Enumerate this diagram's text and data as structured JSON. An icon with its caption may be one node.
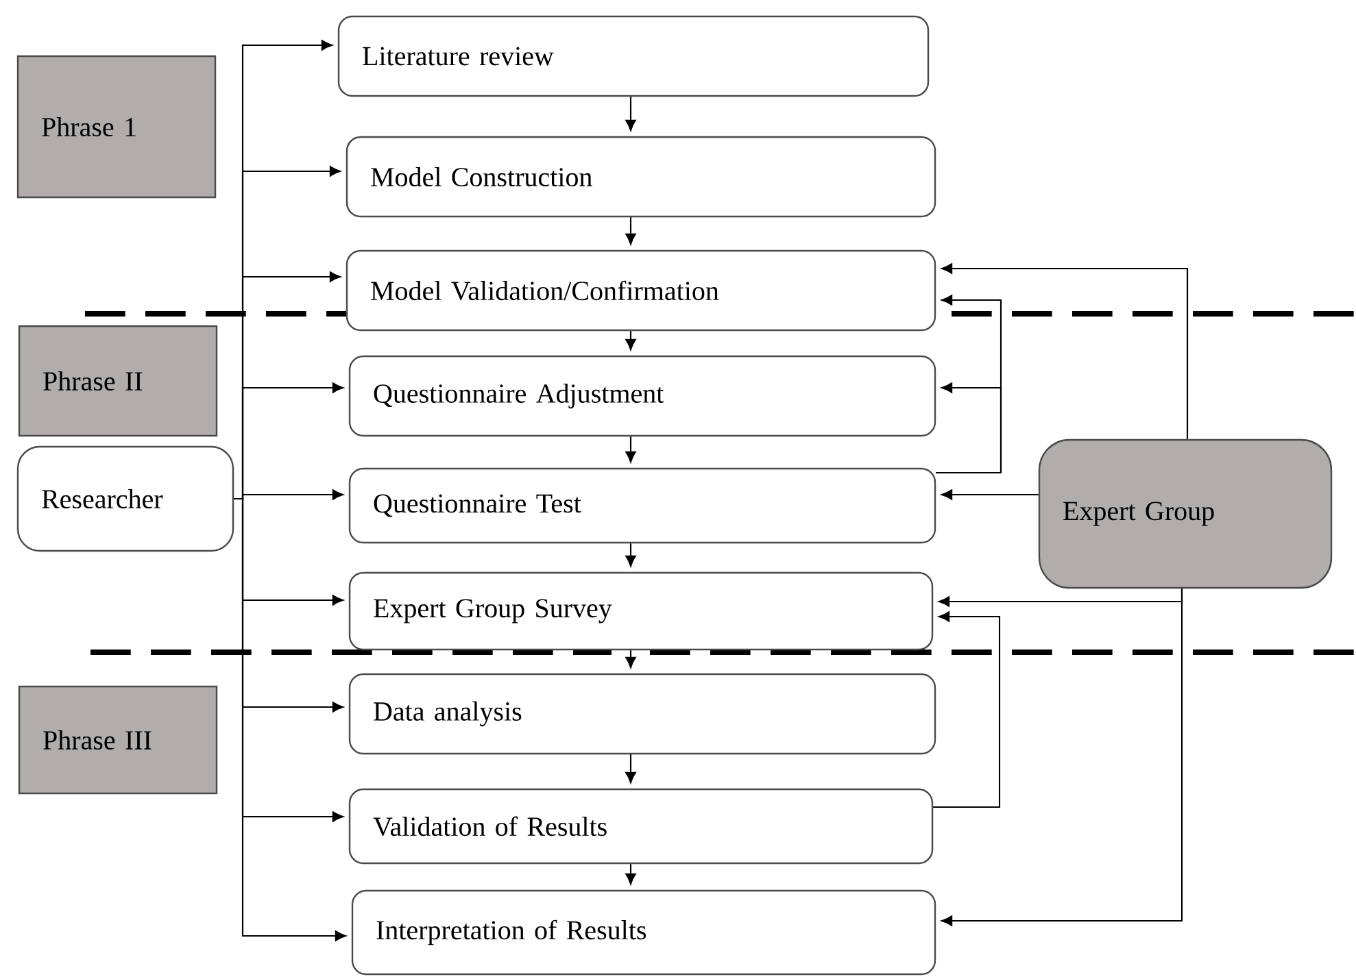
{
  "diagram": {
    "nodes": [
      {
        "text": [
          "Phrase 1"
        ]
      },
      {
        "text": [
          "Literature review"
        ]
      },
      {
        "text": [
          "Model Construction"
        ]
      },
      {
        "text": [
          "Model Validation/Confirmation"
        ]
      },
      {
        "text": [
          "Phrase II"
        ]
      },
      {
        "text": [
          "Questionnaire Adjustment"
        ]
      },
      {
        "text": [
          "Researcher"
        ]
      },
      {
        "text": [
          "Questionnaire Test"
        ]
      },
      {
        "text": [
          "Expert Group"
        ]
      },
      {
        "text": [
          "Expert Group Survey"
        ]
      },
      {
        "text": [
          "Phrase III"
        ]
      },
      {
        "text": [
          "Data analysis"
        ]
      },
      {
        "text": [
          "Validation of Results"
        ]
      },
      {
        "text": [
          "Interpretation of Results"
        ]
      }
    ],
    "edges": [
      {
        "from": 6,
        "to": 1,
        "arrow": "to"
      },
      {
        "from": 6,
        "to": 2,
        "arrow": "to"
      },
      {
        "from": 6,
        "to": 3,
        "arrow": "to"
      },
      {
        "from": 6,
        "to": 5,
        "arrow": "to"
      },
      {
        "from": 6,
        "to": 7,
        "arrow": "to"
      },
      {
        "from": 6,
        "to": 9,
        "arrow": "to"
      },
      {
        "from": 6,
        "to": 11,
        "arrow": "to"
      },
      {
        "from": 6,
        "to": 12,
        "arrow": "to"
      },
      {
        "from": 6,
        "to": 13,
        "arrow": "to"
      },
      {
        "from": 1,
        "to": 2,
        "arrow": "to"
      },
      {
        "from": 2,
        "to": 3,
        "arrow": "to"
      },
      {
        "from": 3,
        "to": 5,
        "arrow": "to"
      },
      {
        "from": 5,
        "to": 7,
        "arrow": "to"
      },
      {
        "from": 7,
        "to": 9,
        "arrow": "to"
      },
      {
        "from": 9,
        "to": 11,
        "arrow": "to"
      },
      {
        "from": 11,
        "to": 12,
        "arrow": "to"
      },
      {
        "from": 12,
        "to": 13,
        "arrow": "to"
      },
      {
        "from": 8,
        "to": 3,
        "arrow": "to"
      },
      {
        "from": 7,
        "to": 3,
        "arrow": "to"
      },
      {
        "from": 7,
        "to": 5,
        "arrow": "to"
      },
      {
        "from": 8,
        "to": 7,
        "arrow": "to"
      },
      {
        "from": 8,
        "to": 9,
        "arrow": "to"
      },
      {
        "from": 8,
        "to": 13,
        "arrow": "to"
      },
      {
        "from": 12,
        "to": 9,
        "arrow": "to"
      }
    ]
  }
}
